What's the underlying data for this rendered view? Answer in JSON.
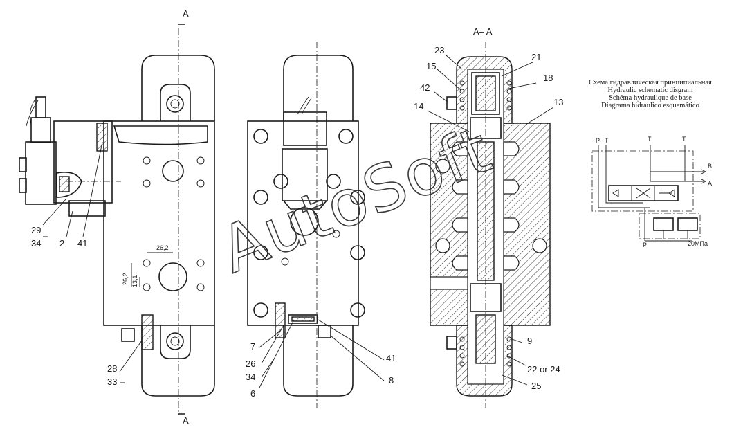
{
  "section_marks": {
    "a_top": "A",
    "a_bottom": "A",
    "section_title": "A– A"
  },
  "view1_labels": {
    "l29": "29",
    "l34": "34",
    "l2": "2",
    "l41": "41",
    "l28": "28",
    "l33": "33"
  },
  "dimensions": {
    "d1": "26,2",
    "d2": "26,2",
    "d3": "13,1"
  },
  "view2_labels": {
    "l7": "7",
    "l26": "26",
    "l34": "34",
    "l6": "6",
    "l41": "41",
    "l8": "8"
  },
  "section_labels": {
    "l23": "23",
    "l15": "15",
    "l42": "42",
    "l14": "14",
    "l21": "21",
    "l18": "18",
    "l13": "13",
    "l9": "9",
    "l22": "22 or 24",
    "l25": "25"
  },
  "schematic": {
    "caption": [
      "Схема гидравлическая принципиальная",
      "Hydraulic schematic disgram",
      "Schéma hydraulique de base",
      "Diagrama hidraulico esquemático"
    ],
    "ports": {
      "p_top": "P",
      "t1": "T",
      "t2": "T",
      "t3": "T",
      "b": "B",
      "a": "A",
      "p_bottom": "P",
      "pressure": "20МПа"
    }
  },
  "watermark": "AutoSoft"
}
